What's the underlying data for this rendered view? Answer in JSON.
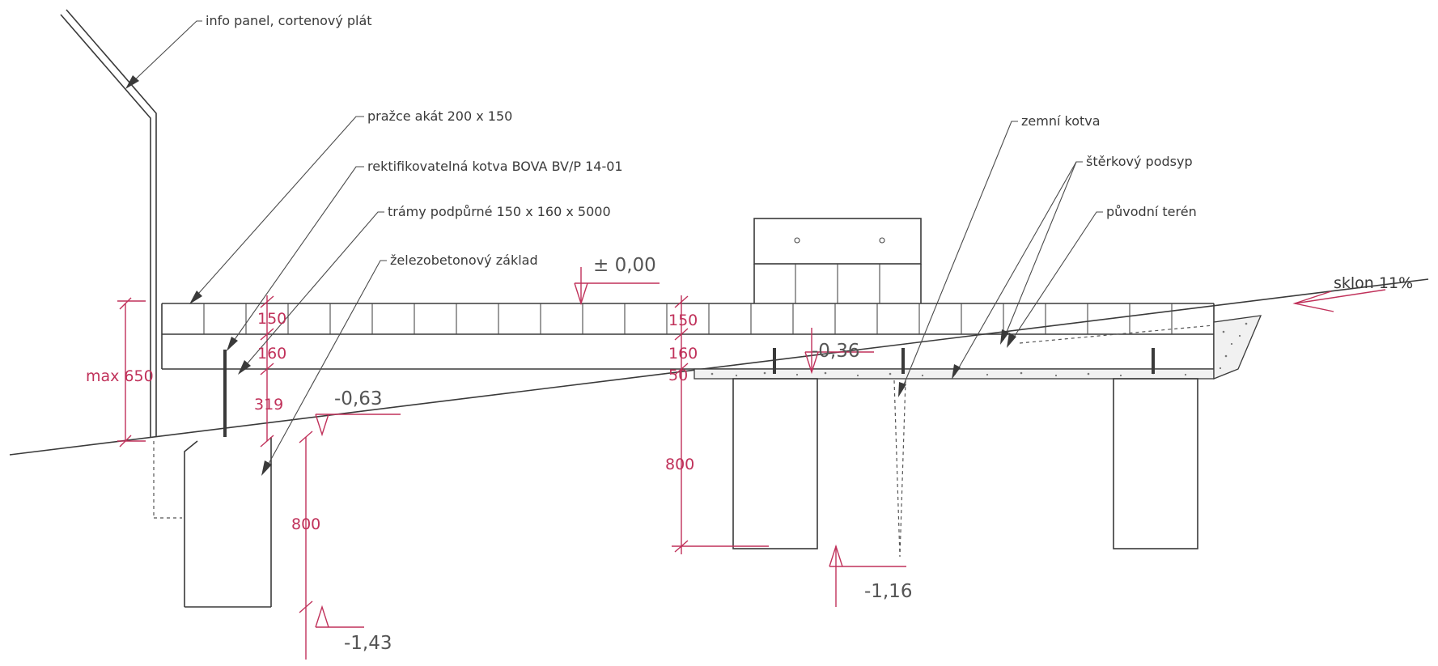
{
  "labels": {
    "info_panel": "info panel, cortenový plát",
    "prazce": "pražce akát 200 x 150",
    "kotva_bova": "rektifikovatelná kotva BOVA BV/P 14-01",
    "tramy": "trámy podpůrné 150 x 160 x 5000",
    "zaklad": "železobetonový základ",
    "zemni_kotva": "zemní kotva",
    "sterkovy_podsyp": "štěrkový podsyp",
    "puvodni_teren": "původní terén",
    "sklon": "sklon 11%"
  },
  "levels": {
    "zero": "± 0,00",
    "minus_063": "-0,63",
    "minus_036": "-0,36",
    "minus_116": "-1,16",
    "minus_143": "-1,43"
  },
  "dimensions": {
    "max_650": "max 650",
    "left_150": "150",
    "left_160": "160",
    "left_319": "319",
    "left_800": "800",
    "mid_150": "150",
    "mid_160": "160",
    "mid_50": "50",
    "mid_800": "800"
  }
}
